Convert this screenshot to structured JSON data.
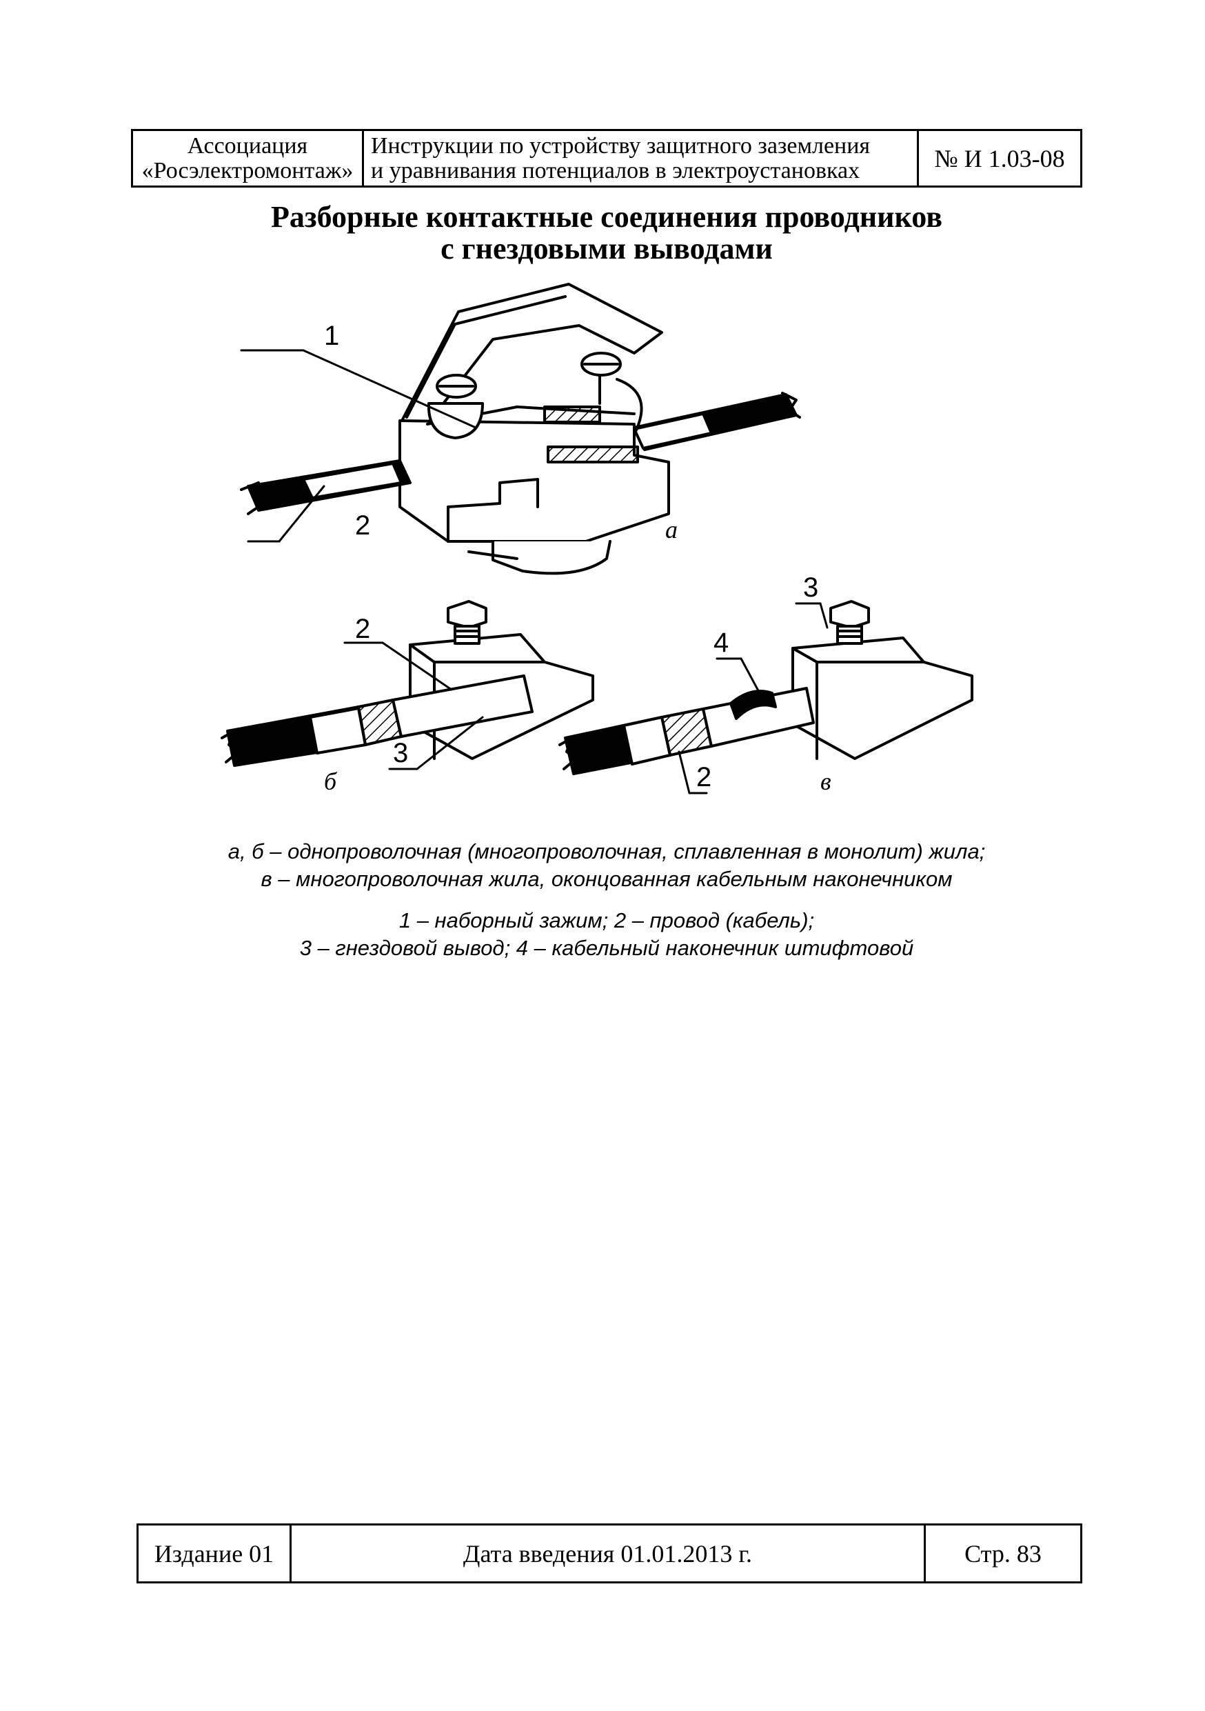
{
  "header": {
    "org_line1": "Ассоциация",
    "org_line2": "«Росэлектромонтаж»",
    "doc_line1": "Инструкции по устройству защитного заземления",
    "doc_line2": "и уравнивания потенциалов в электроустановках",
    "doc_number": "№ И 1.03-08"
  },
  "title": {
    "line1": "Разборные контактные соединения проводников",
    "line2": "с гнездовыми выводами"
  },
  "figure": {
    "callouts": {
      "a1": "1",
      "a2": "2",
      "b2": "2",
      "b3": "3",
      "v3": "3",
      "v4": "4",
      "v2": "2"
    },
    "letters": {
      "a": "а",
      "b": "б",
      "v": "в"
    }
  },
  "caption": {
    "line1": "а, б – однопроволочная (многопроволочная, сплавленная в монолит) жила;",
    "line2": "в – многопроволочная жила, оконцованная кабельным наконечником",
    "legend1": "1 – наборный зажим; 2 – провод (кабель);",
    "legend2": "3 – гнездовой вывод; 4 – кабельный наконечник штифтовой"
  },
  "footer": {
    "edition": "Издание 01",
    "date": "Дата введения 01.01.2013 г.",
    "page": "Стр. 83"
  }
}
